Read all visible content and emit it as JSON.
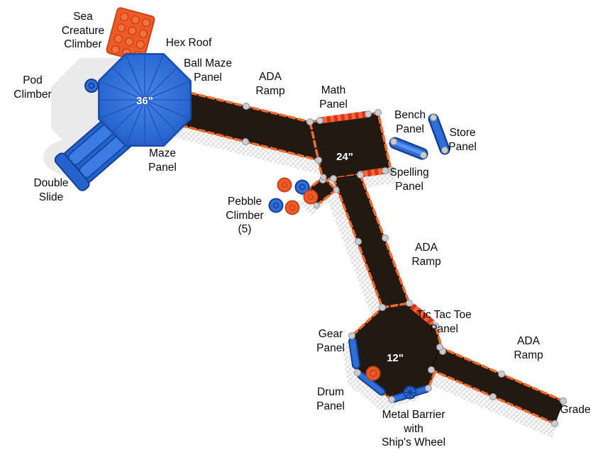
{
  "labels": {
    "sea_creature_climber": "Sea\nCreature\nClimber",
    "hex_roof": "Hex Roof",
    "ball_maze_panel": "Ball Maze\nPanel",
    "ada_ramp_top": "ADA\nRamp",
    "math_panel": "Math\nPanel",
    "bench_panel": "Bench\nPanel",
    "store_panel": "Store\nPanel",
    "pod_climber": "Pod\nClimber",
    "maze_panel": "Maze\nPanel",
    "double_slide": "Double\nSlide",
    "spelling_panel": "Spelling\nPanel",
    "pebble_climber": "Pebble\nClimber\n(5)",
    "ada_ramp_mid": "ADA\nRamp",
    "tic_tac_toe_panel": "Tic Tac Toe\nPanel",
    "gear_panel": "Gear\nPanel",
    "ada_ramp_bottom": "ADA\nRamp",
    "drum_panel": "Drum\nPanel",
    "metal_barrier": "Metal Barrier\nwith\nShip's Wheel",
    "grade": "Grade"
  },
  "deck_sizes": {
    "hex": "36\"",
    "mid": "24\"",
    "low": "12\""
  },
  "colors": {
    "deck": "#221910",
    "rail": "#f26a2e",
    "stripe": "#d93025",
    "blue": "#2e6fd6",
    "blue_dark": "#143f96",
    "blue_light": "#5b93ef",
    "orange": "#f05a28",
    "orange_dark": "#c64715",
    "post": "#c9ccd0",
    "post_edge": "#8f9398",
    "shadow": "#eaeaea",
    "label_text": "#0a0a0a"
  }
}
